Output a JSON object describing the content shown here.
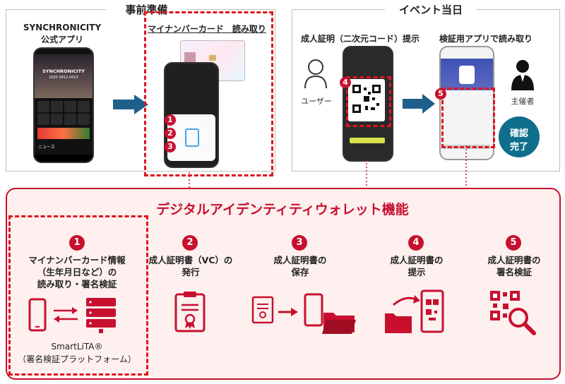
{
  "top": {
    "prep_title": "事前準備",
    "event_title": "イベント当日"
  },
  "prep": {
    "app_label_1": "SYNCHRONICITY",
    "app_label_2": "公式アプリ",
    "app_brand": "SYNCHRONICITY",
    "app_dates": "2025 0412 0413",
    "app_news": "ニュース",
    "card_label": "マイナンバーカード　読み取り"
  },
  "event": {
    "present_label": "成人証明（二次元コード）提示",
    "verify_label": "検証用アプリで読み取り",
    "user_label": "ユーザー",
    "organizer_label": "主催者",
    "confirm_1": "確認",
    "confirm_2": "完了"
  },
  "wallet": {
    "title": "デジタルアイデンティティウォレット機能",
    "steps": [
      {
        "num": "1",
        "label": "マイナンバーカード情報\n（生年月日など）の\n読み取り・署名検証"
      },
      {
        "num": "2",
        "label": "成人証明書（VC）の\n発行"
      },
      {
        "num": "3",
        "label": "成人証明書の\n保存"
      },
      {
        "num": "4",
        "label": "成人証明書の\n提示"
      },
      {
        "num": "5",
        "label": "成人証明書の\n署名検証"
      }
    ],
    "platform_1": "SmartLiTA®",
    "platform_2": "（署名検証プラットフォーム）"
  },
  "markers": [
    "1",
    "2",
    "3",
    "4",
    "5"
  ],
  "colors": {
    "red": "#c8102e",
    "arrow": "#1f5f8b",
    "teal": "#0f6e8c"
  }
}
